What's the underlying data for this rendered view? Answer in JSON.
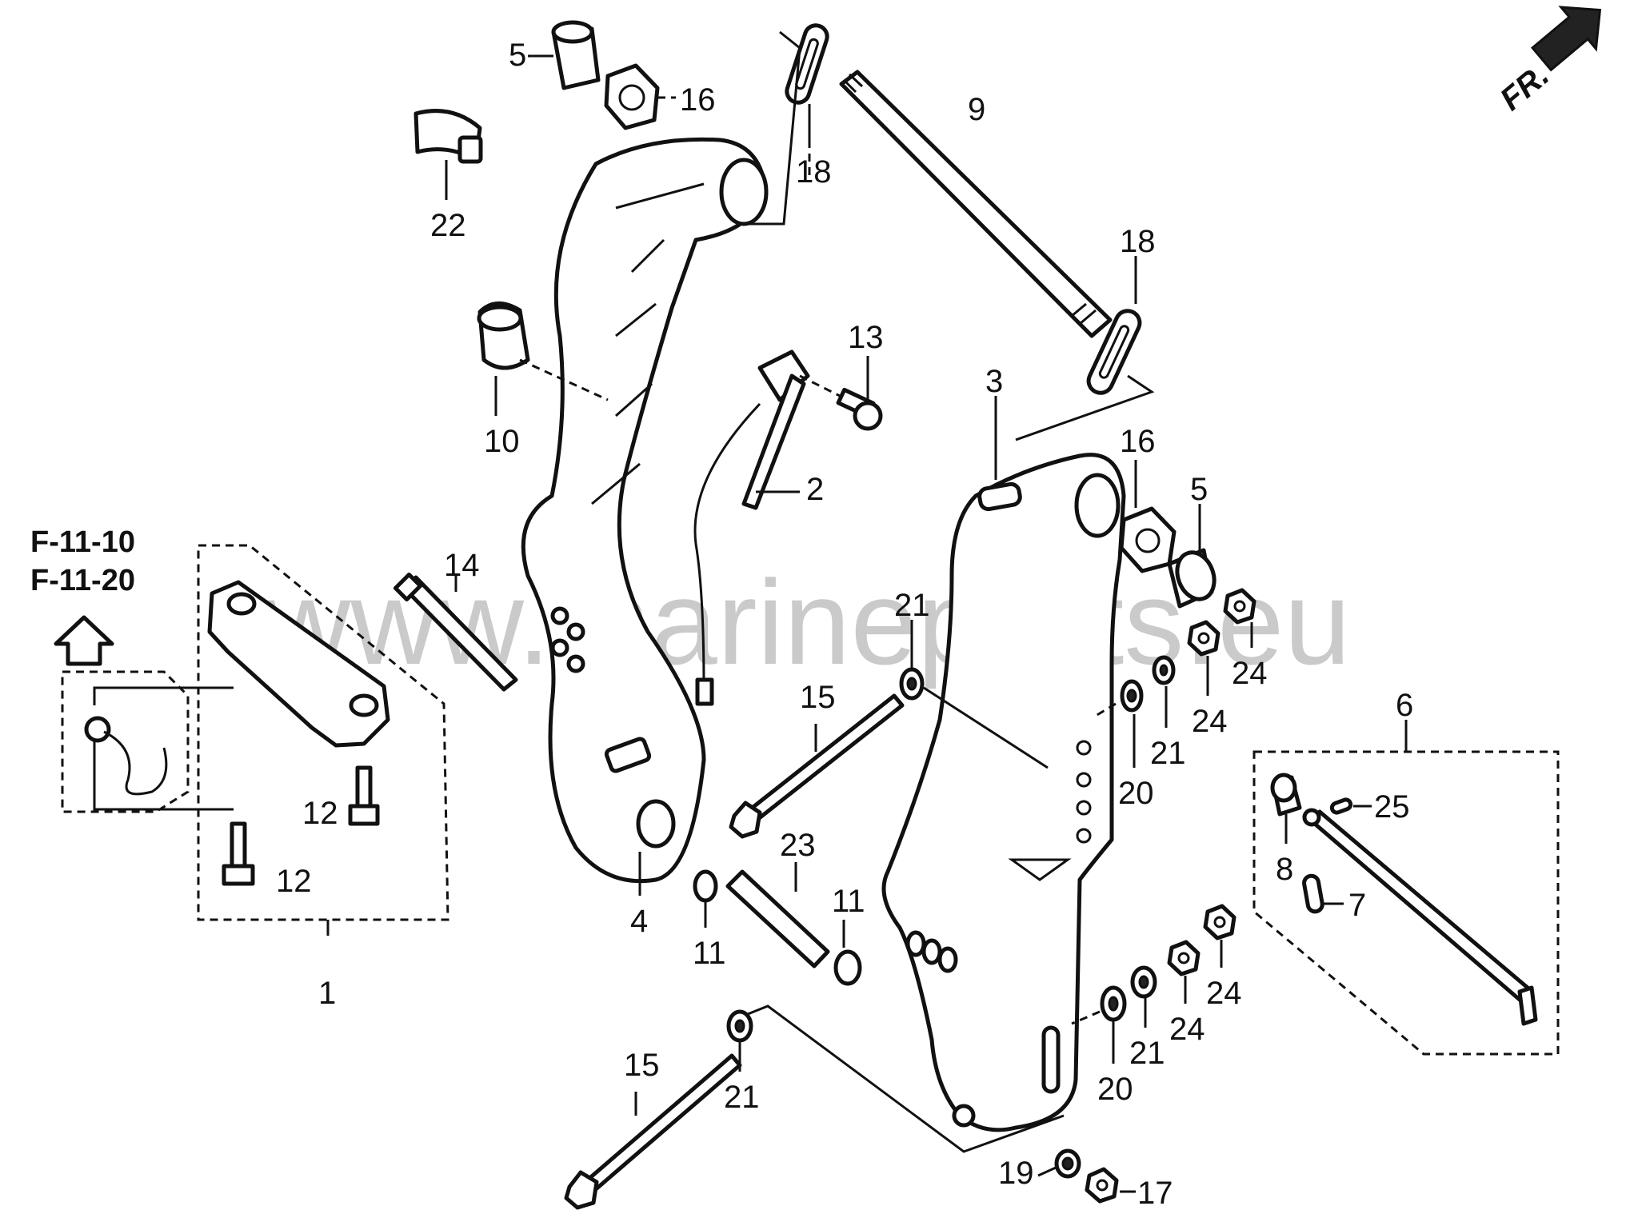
{
  "diagram": {
    "watermark": "www.marineparts.eu",
    "direction_mark": "FR.",
    "reference_codes": [
      "F-11-10",
      "F-11-20"
    ],
    "callouts": {
      "c1": "1",
      "c2": "2",
      "c3": "3",
      "c4": "4",
      "c5a": "5",
      "c5b": "5",
      "c6": "6",
      "c7": "7",
      "c8": "8",
      "c9": "9",
      "c10": "10",
      "c11a": "11",
      "c11b": "11",
      "c12a": "12",
      "c12b": "12",
      "c13": "13",
      "c14": "14",
      "c15a": "15",
      "c15b": "15",
      "c16a": "16",
      "c16b": "16",
      "c17": "17",
      "c18a": "18",
      "c18b": "18",
      "c19": "19",
      "c20a": "20",
      "c20b": "20",
      "c21a": "21",
      "c21b": "21",
      "c21c": "21",
      "c21d": "21",
      "c22": "22",
      "c23": "23",
      "c24a": "24",
      "c24b": "24",
      "c24c": "24",
      "c24d": "24",
      "c25": "25"
    }
  }
}
